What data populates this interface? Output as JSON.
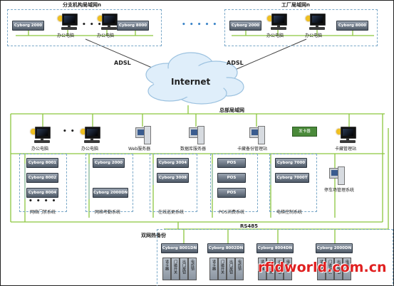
{
  "top_left_group": {
    "title": "分支机构局域网n",
    "device_a": "Cyborg 2000",
    "device_b": "Cyborg 8000",
    "dots": "• • • • •",
    "pc_label": "办公电脑"
  },
  "top_right_group": {
    "title": "工厂局域网n",
    "device_a": "Cyborg 2000",
    "device_b": "Cyborg 8000",
    "pc_label": "办公电脑"
  },
  "middle_dots": "• • • • •",
  "wan": {
    "adsl_left": "ADSL",
    "adsl_right": "ADSL",
    "internet": "Internet"
  },
  "hq": {
    "title": "总部局域网",
    "pc_label": "办公电脑",
    "pc_dots": "• •",
    "web_server": "Web服务器",
    "db_server": "数据库服务器",
    "card_backup": "卡藏备份管理站",
    "card_reader": "发卡器",
    "card_manager": "卡藏管理站"
  },
  "subsystems": {
    "access": {
      "devices": [
        "Cyborg 8001",
        "Cyborg 8002",
        "Cyborg 8004"
      ],
      "dots": "• • • •",
      "label": "网络门禁系统"
    },
    "attendance": {
      "devices": [
        "Cyborg 2000",
        "Cyborg 2000DN"
      ],
      "label": "网络考勤系统"
    },
    "patrol": {
      "devices": [
        "Cyborg 3004",
        "Cyborg 3008"
      ],
      "label": "在线巡更系统"
    },
    "pos": {
      "devices": [
        "POS",
        "POS",
        "POS"
      ],
      "label": "POS消费系统"
    },
    "elevator": {
      "devices": [
        "Cyborg 7000",
        "Cyborg 7000T"
      ],
      "label": "电梯控制系统"
    },
    "parking": {
      "label": "停车场管理系统"
    }
  },
  "bottom": {
    "backup": "双网热备份",
    "bus": "RS485",
    "controllers": [
      "Cyborg 8001DN",
      "Cyborg 8002DN",
      "Cyborg 8004DN",
      "Cyborg 2000DN"
    ],
    "pins": [
      "读卡器",
      "门磁开关",
      "出门按钮",
      "电控锁"
    ]
  },
  "watermark": "rfidworld.com.cn"
}
